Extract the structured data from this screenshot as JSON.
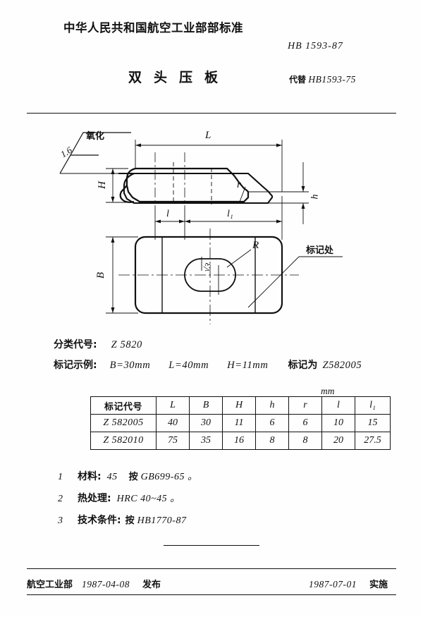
{
  "header": {
    "standard_org": "中华人民共和国航空工业部部标准",
    "standard_code": "HB 1593-87",
    "title": "双头压板",
    "replaces_label": "代替",
    "replaces_code": "HB1593-75"
  },
  "drawing": {
    "surface_note": "氧化",
    "roughness": "1.6",
    "dim_L": "L",
    "dim_H": "H",
    "dim_h": "h",
    "dim_r": "r",
    "dim_l": "l",
    "dim_l1": "l₁",
    "dim_B": "B",
    "dim_R": "R",
    "slot_label": "√3",
    "mark_note": "标记处"
  },
  "spec": {
    "class_label": "分类代号:",
    "class_value": "Z 5820",
    "example_label": "标记示例:",
    "example_B": "B=30mm",
    "example_L": "L=40mm",
    "example_H": "H=11mm",
    "mark_as_label": "标记为",
    "mark_as_value": "Z582005"
  },
  "table": {
    "unit": "mm",
    "headers": [
      "标记代号",
      "L",
      "B",
      "H",
      "h",
      "r",
      "l",
      "l₁"
    ],
    "rows": [
      [
        "Z 582005",
        "40",
        "30",
        "11",
        "6",
        "6",
        "10",
        "15"
      ],
      [
        "Z 582010",
        "75",
        "35",
        "16",
        "8",
        "8",
        "20",
        "27.5"
      ]
    ]
  },
  "notes": [
    {
      "num": "1",
      "label": "材料:",
      "value": "45",
      "per": "按",
      "ref": "GB699-65 。"
    },
    {
      "num": "2",
      "label": "热处理:",
      "value": "HRC 40~45 。",
      "per": "",
      "ref": ""
    },
    {
      "num": "3",
      "label": "技术条件:",
      "value": "",
      "per": "按",
      "ref": "HB1770-87"
    }
  ],
  "footer": {
    "org": "航空工业部",
    "issue_date": "1987-04-08",
    "issue_action": "发布",
    "effective_date": "1987-07-01",
    "effective_action": "实施"
  },
  "colors": {
    "ink": "#111111",
    "paper": "#fefefe"
  }
}
